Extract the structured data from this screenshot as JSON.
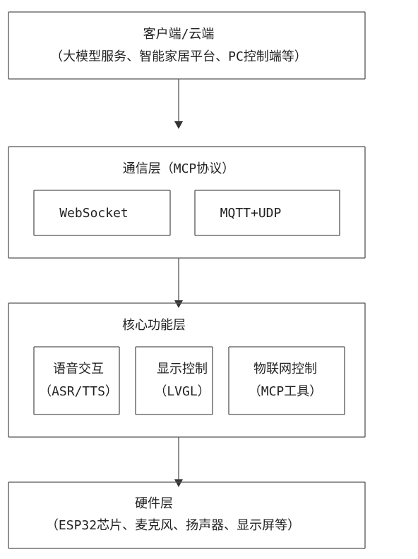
{
  "client": {
    "title": "客户端/云端",
    "subtitle": "（大模型服务、智能家居平台、PC控制端等）"
  },
  "comm": {
    "title": "通信层（MCP协议）",
    "items": [
      {
        "label": "WebSocket"
      },
      {
        "label": "MQTT+UDP"
      }
    ]
  },
  "core": {
    "title": "核心功能层",
    "items": [
      {
        "label": "语音交互",
        "sub": "（ASR/TTS）"
      },
      {
        "label": "显示控制",
        "sub": "（LVGL）"
      },
      {
        "label": "物联网控制",
        "sub": "（MCP工具）"
      }
    ]
  },
  "hardware": {
    "title": "硬件层",
    "subtitle": "（ESP32芯片、麦克风、扬声器、显示屏等）"
  },
  "icons": {
    "arrow": "arrow-down-icon"
  },
  "colors": {
    "line": "#555555",
    "text": "#222222",
    "background": "#ffffff"
  }
}
